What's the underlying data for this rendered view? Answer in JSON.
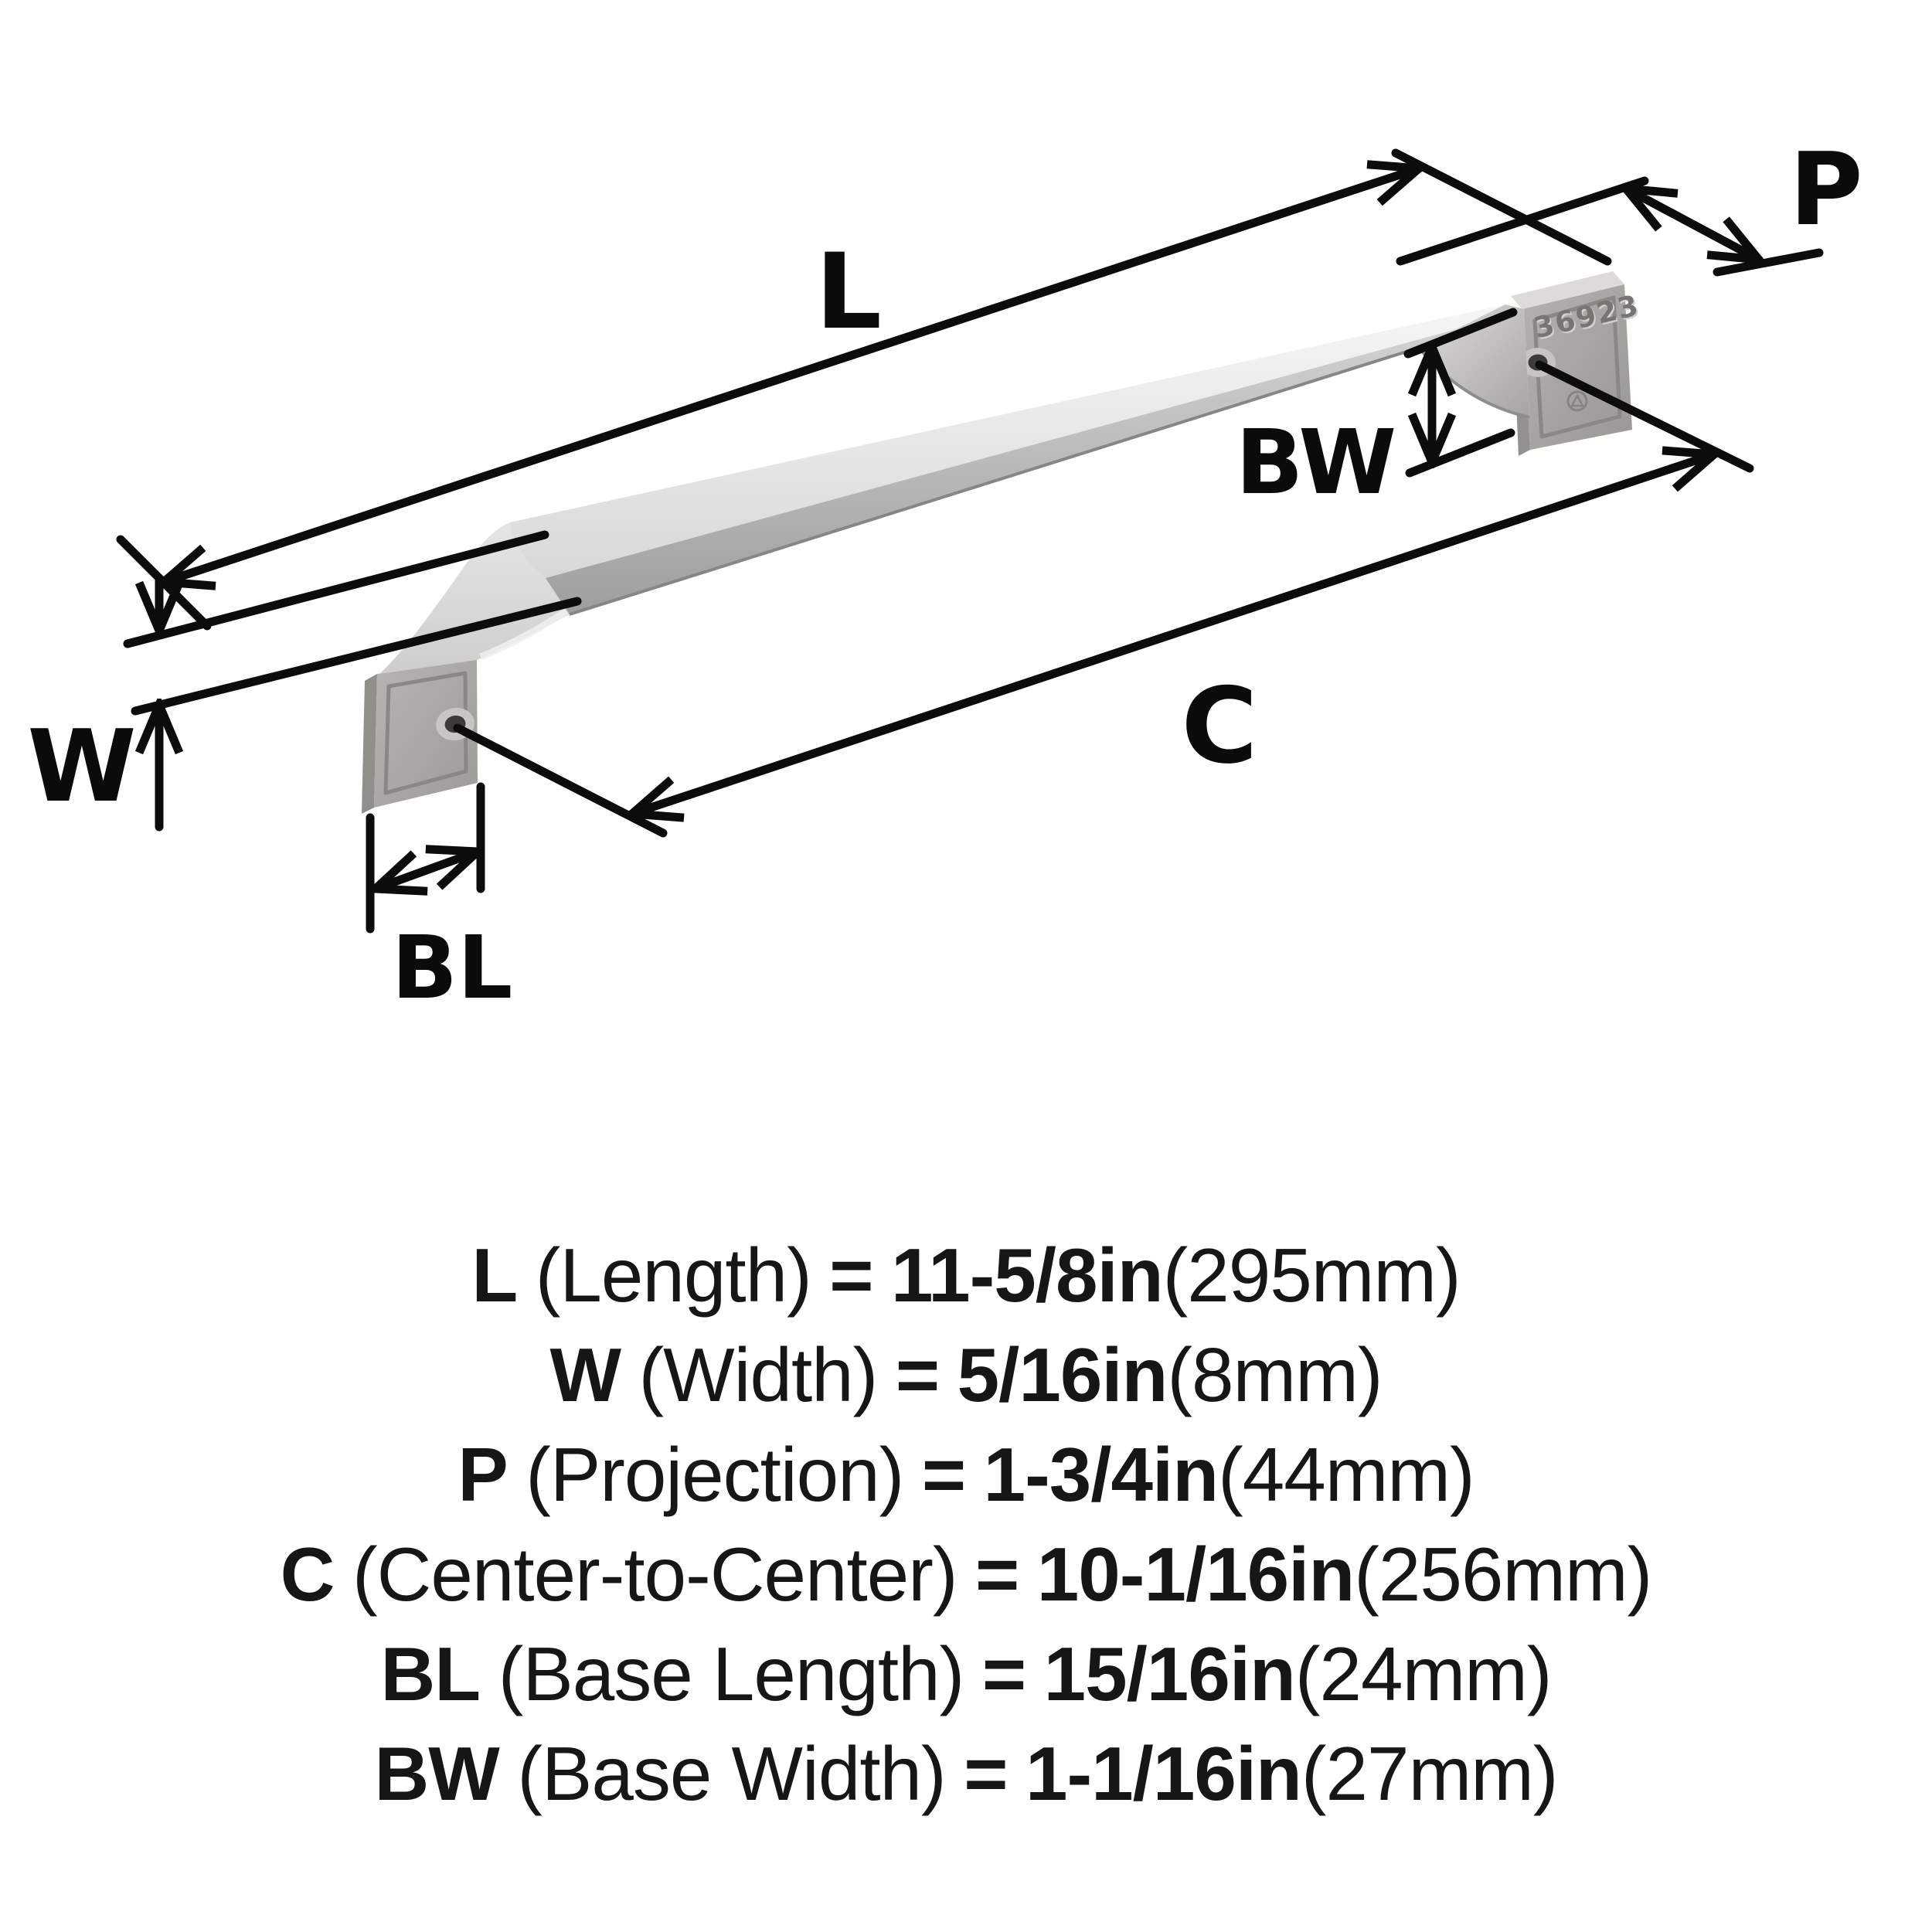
{
  "diagram": {
    "labels": {
      "L": "L",
      "W": "W",
      "P": "P",
      "C": "C",
      "BL": "BL",
      "BW": "BW"
    },
    "stamp": "36923",
    "colors": {
      "line": "#0c0c0c",
      "metal_light": "#f2f2f0",
      "metal_mid": "#c9c9c7",
      "metal_dark": "#9c9b97",
      "pad_gray": "#a8a7a3"
    }
  },
  "legend": {
    "rows": [
      {
        "abbr": "L",
        "desc": "(Length)",
        "eq": "=",
        "value": "11-5/8in",
        "metric": "(295mm)"
      },
      {
        "abbr": "W",
        "desc": "(Width)",
        "eq": "=",
        "value": "5/16in",
        "metric": "(8mm)"
      },
      {
        "abbr": "P",
        "desc": "(Projection)",
        "eq": "=",
        "value": "1-3/4in",
        "metric": "(44mm)"
      },
      {
        "abbr": "C",
        "desc": "(Center-to-Center)",
        "eq": "=",
        "value": "10-1/16in",
        "metric": "(256mm)"
      },
      {
        "abbr": "BL",
        "desc": "(Base Length)",
        "eq": "=",
        "value": "15/16in",
        "metric": "(24mm)"
      },
      {
        "abbr": "BW",
        "desc": "(Base Width)",
        "eq": "=",
        "value": "1-1/16in",
        "metric": "(27mm)"
      }
    ]
  }
}
